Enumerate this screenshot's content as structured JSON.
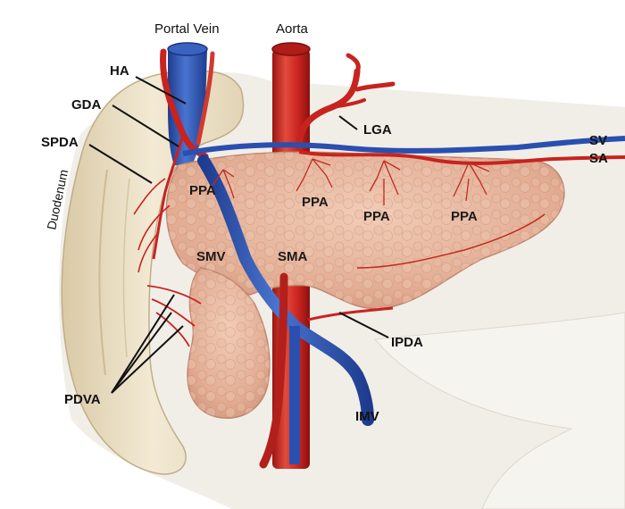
{
  "labels": {
    "portal_vein": "Portal Vein",
    "aorta": "Aorta",
    "ha": "HA",
    "gda": "GDA",
    "spda": "SPDA",
    "duodenum": "Duodenum",
    "lga": "LGA",
    "sv": "SV",
    "sa": "SA",
    "ppa": "PPA",
    "smv": "SMV",
    "sma": "SMA",
    "ipda": "IPDA",
    "pdva": "PDVA",
    "imv": "IMV"
  },
  "colors": {
    "artery": "#c8231f",
    "artery_light": "#e04a3e",
    "vein": "#2a4fae",
    "vein_light": "#4a74d0",
    "pancreas": "#e8b8a0",
    "pancreas_shade": "#d49a82",
    "duodenum": "#eee2c8",
    "duodenum_shade": "#d8c8a4",
    "tissue": "#eeeae2"
  }
}
